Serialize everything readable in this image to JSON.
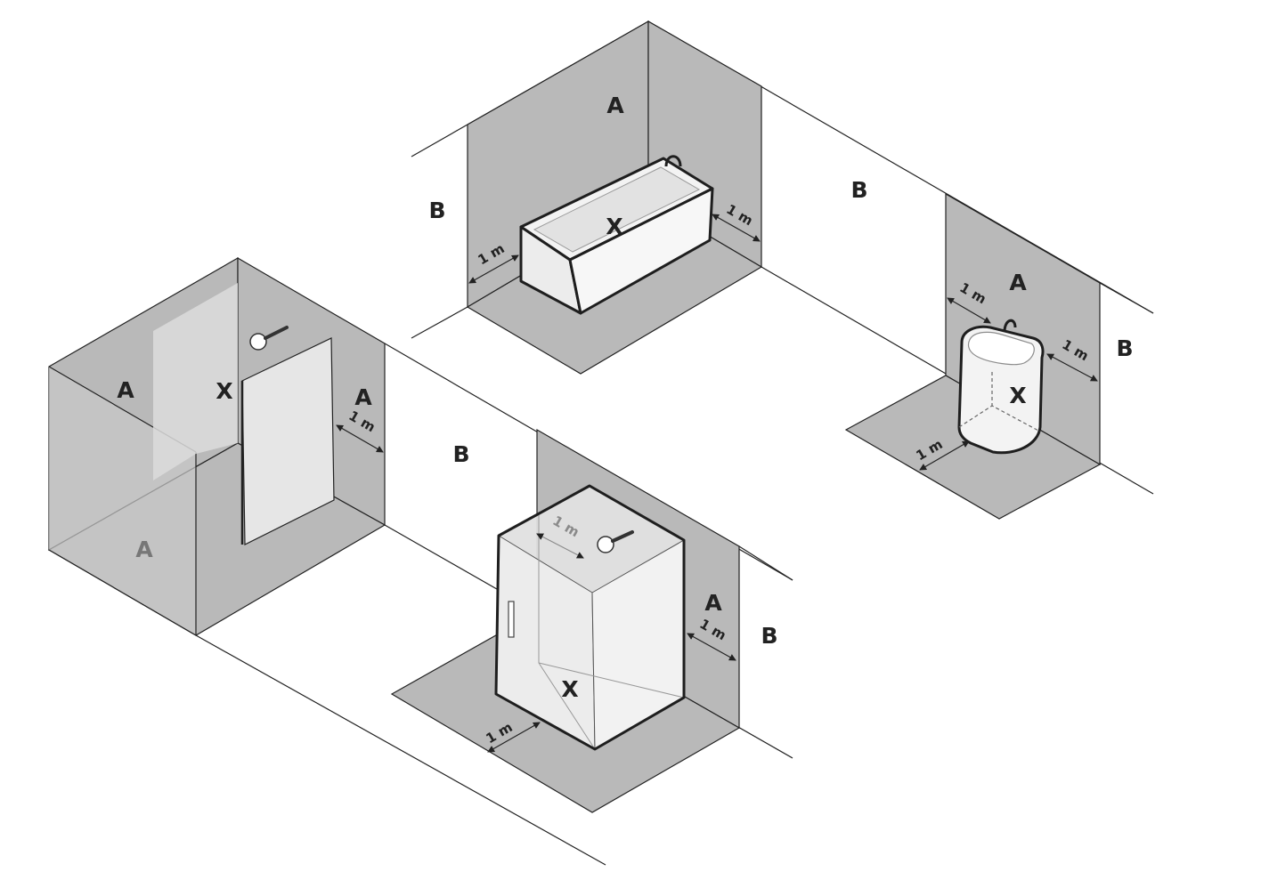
{
  "zones": {
    "a": "A",
    "b": "B",
    "x": "X"
  },
  "dimension": "1 m",
  "colors": {
    "zone_a_fill": "#b9b9b9",
    "zone_b_fill": "#ffffff",
    "fixture_fill": "#f2f2f2",
    "outline": "#222222"
  }
}
